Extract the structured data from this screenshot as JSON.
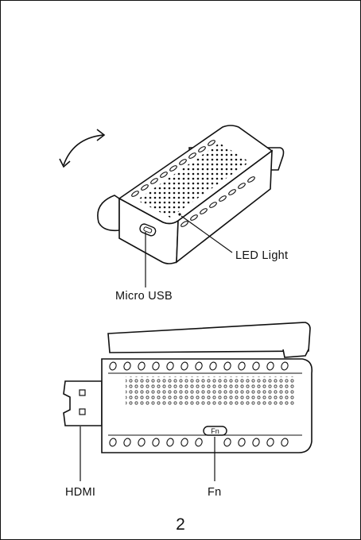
{
  "labels": {
    "led_light": "LED Light",
    "micro_usb": "Micro USB",
    "hdmi": "HDMI",
    "fn": "Fn"
  },
  "button_text": "Fn",
  "page_number": "2",
  "icons": [
    "rotation-arrow-icon"
  ]
}
